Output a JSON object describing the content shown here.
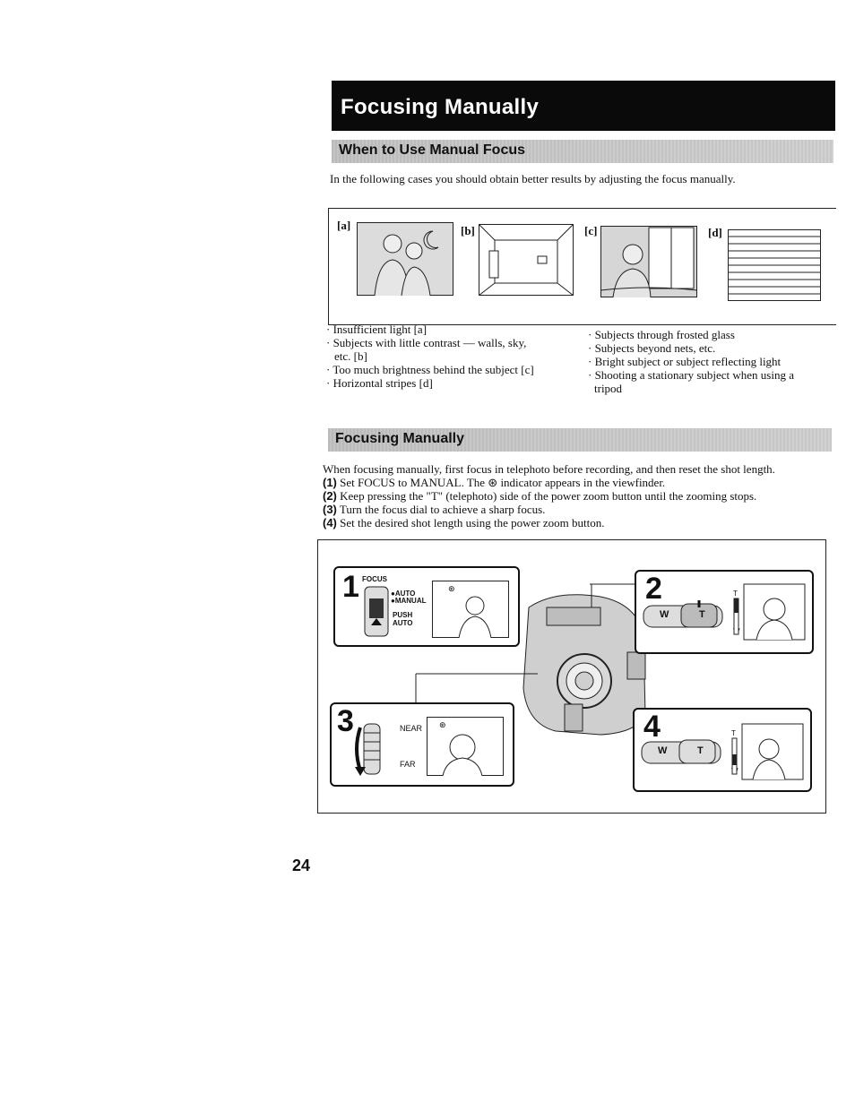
{
  "title": "Focusing Manually",
  "section1": {
    "heading": "When to Use Manual Focus",
    "intro": "In the following cases you should obtain better results by adjusting the focus manually."
  },
  "figure1": {
    "labels": [
      "[a]",
      "[b]",
      "[c]",
      "[d]"
    ]
  },
  "bullets_left": [
    "· Insufficient light [a]",
    "· Subjects with little contrast — walls, sky,",
    "etc. [b]",
    "· Too much brightness behind the subject [c]",
    "· Horizontal stripes [d]"
  ],
  "bullets_right": [
    "· Subjects through frosted glass",
    "· Subjects beyond nets, etc.",
    "· Bright subject or subject reflecting light",
    "· Shooting a stationary subject when using a",
    "tripod"
  ],
  "section2": {
    "heading": "Focusing Manually",
    "intro": "When focusing manually, first focus in telephoto before recording, and then reset the shot length.",
    "steps": [
      {
        "num": "(1)",
        "text": " Set FOCUS to MANUAL. The ⊛ indicator appears in the viewfinder."
      },
      {
        "num": "(2)",
        "text": " Keep pressing the \"T\" (telephoto) side of the power zoom button until the zooming stops."
      },
      {
        "num": "(3)",
        "text": " Turn the focus dial to achieve a sharp focus."
      },
      {
        "num": "(4)",
        "text": " Set the desired shot length using the power zoom button."
      }
    ]
  },
  "diagram": {
    "step1": {
      "num": "1",
      "focus": "FOCUS",
      "auto": "●AUTO",
      "manual": "●MANUAL",
      "push": "PUSH",
      "push2": "AUTO"
    },
    "step2": {
      "num": "2",
      "w": "W",
      "t": "T",
      "scale_t": "T",
      "scale_w": "W"
    },
    "step3": {
      "num": "3",
      "near": "NEAR",
      "far": "FAR"
    },
    "step4": {
      "num": "4",
      "w": "W",
      "t": "T",
      "scale_t": "T",
      "scale_w": "W"
    }
  },
  "page_number": "24"
}
